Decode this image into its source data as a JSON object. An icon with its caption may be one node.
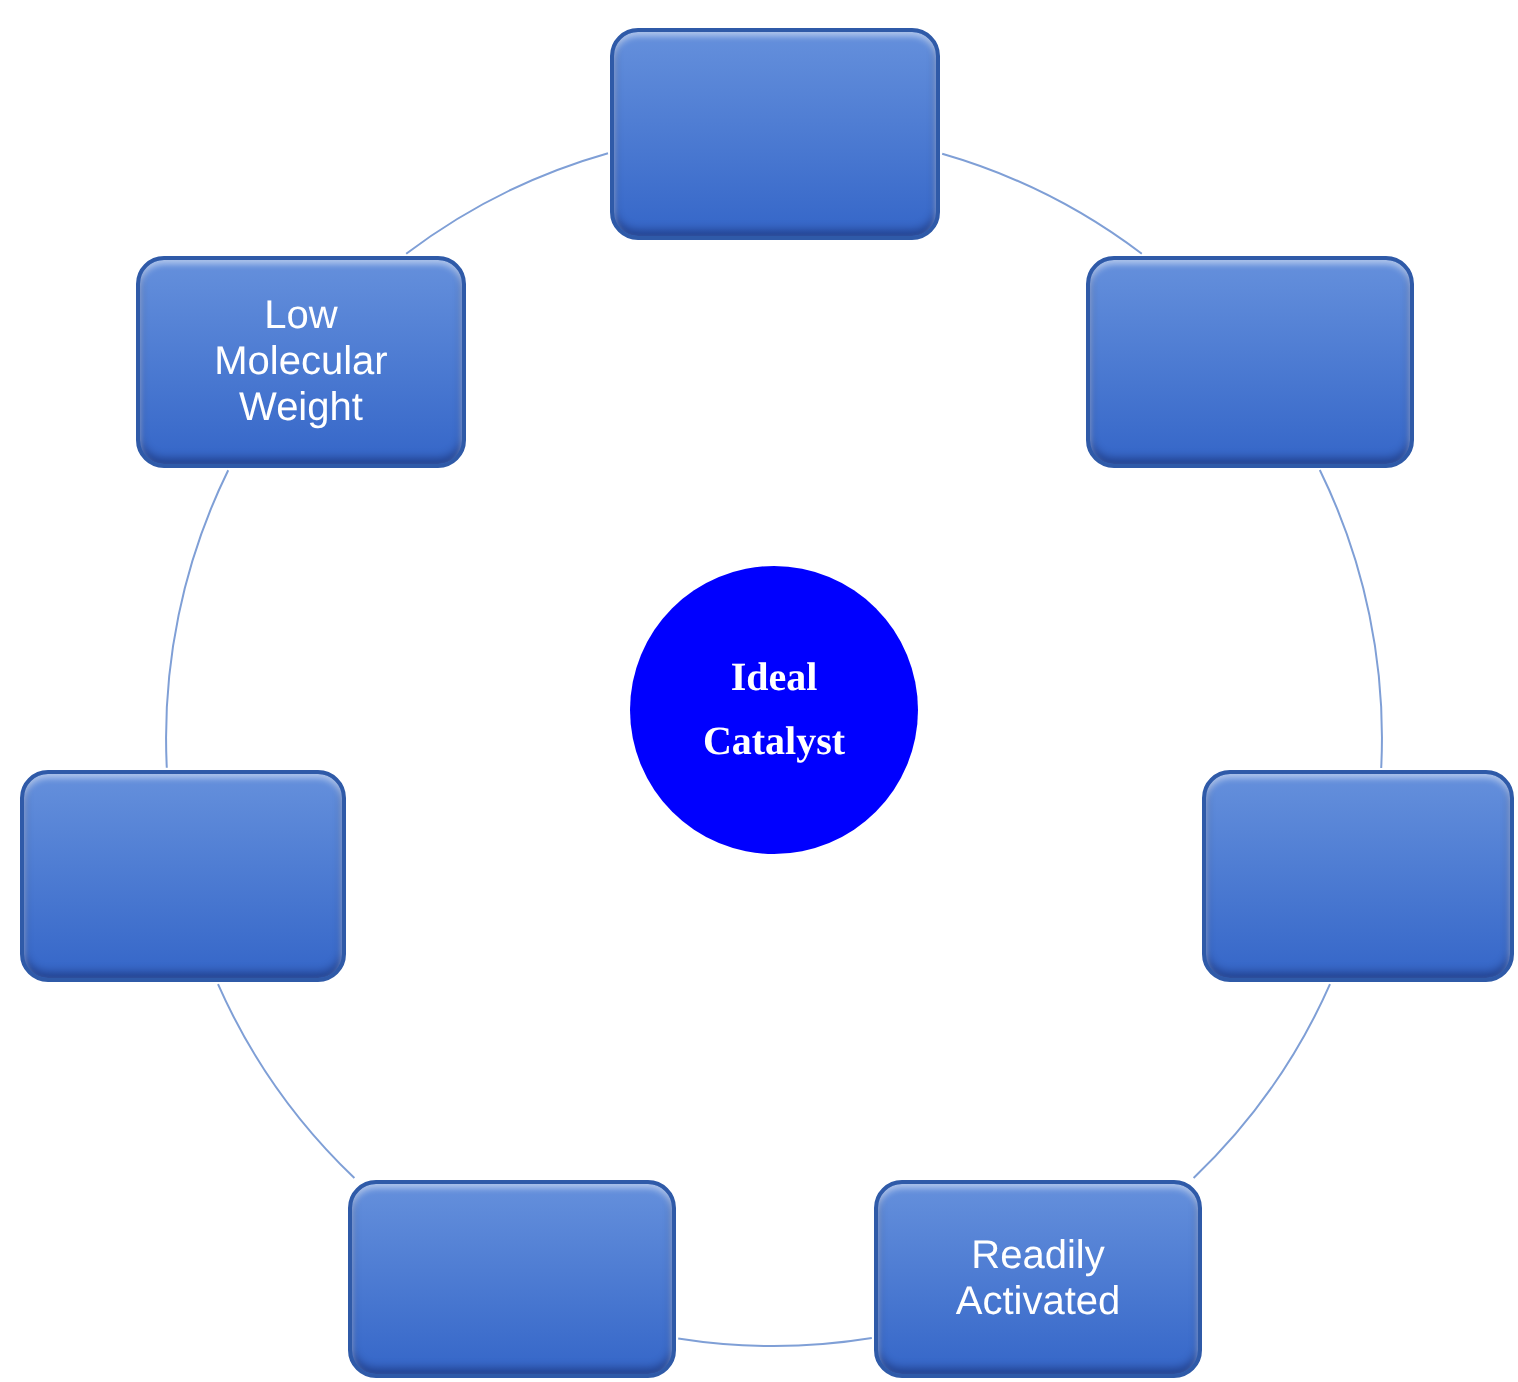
{
  "diagram": {
    "nodes": [
      {
        "text": [],
        "shape": "box"
      },
      {
        "text": [
          "Low Molecular Weight"
        ]
      },
      {
        "text": [],
        "shape": "box"
      },
      {
        "text": [
          "Ideal Catalyst"
        ]
      },
      {
        "text": [],
        "shape": "box"
      },
      {
        "text": [],
        "shape": "box"
      },
      {
        "text": [],
        "shape": "box"
      },
      {
        "text": [
          "Readily Activated"
        ]
      }
    ],
    "edges": [
      {
        "from": 0,
        "to": 2,
        "arrow": "none"
      },
      {
        "from": 2,
        "to": 5,
        "arrow": "none"
      },
      {
        "from": 5,
        "to": 7,
        "arrow": "none"
      },
      {
        "from": 7,
        "to": 6,
        "arrow": "none"
      },
      {
        "from": 6,
        "to": 4,
        "arrow": "none"
      },
      {
        "from": 4,
        "to": 1,
        "arrow": "none"
      },
      {
        "from": 1,
        "to": 0,
        "arrow": "none"
      }
    ]
  }
}
